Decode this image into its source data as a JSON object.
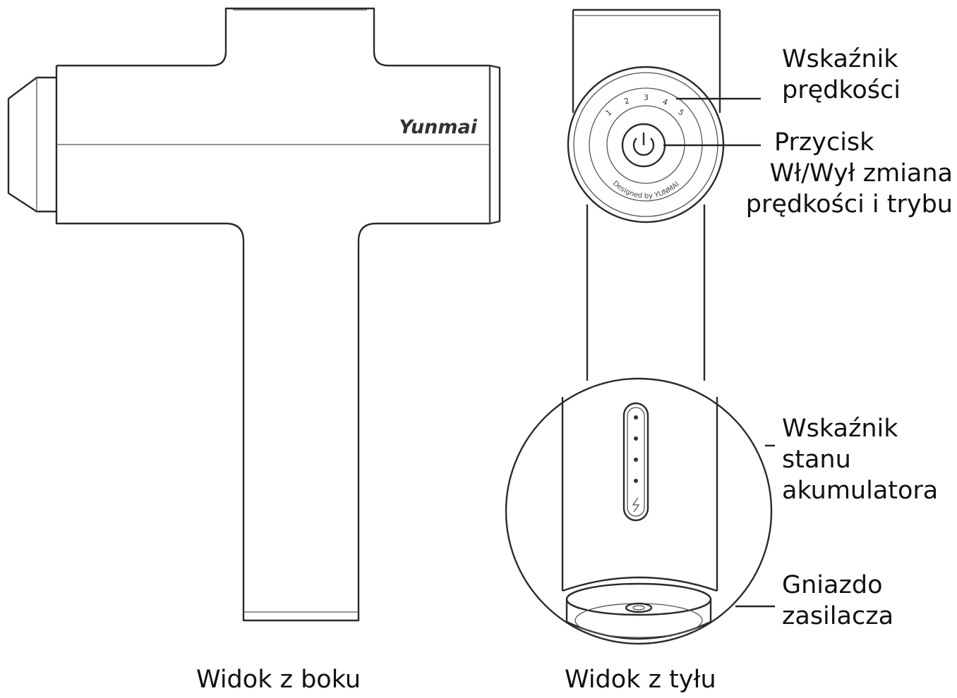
{
  "side_view": {
    "brand": "Yunmai",
    "caption": "Widok z boku"
  },
  "back_view": {
    "caption": "Widok z tyłu",
    "dial_speed_marks": [
      "1",
      "2",
      "3",
      "4",
      "5"
    ],
    "dial_engraving": "Designed by YUNMAI"
  },
  "callouts": {
    "speed_indicator": [
      "Wskaźnik",
      "prędkości"
    ],
    "power_button": [
      "Przycisk",
      "Wł/Wył zmiana",
      "prędkości i trybu"
    ],
    "battery_indicator": [
      "Wskaźnik",
      "stanu",
      "akumulatora"
    ],
    "power_socket": [
      "Gniazdo",
      "zasilacza"
    ]
  },
  "colors": {
    "line": "#2a2a2a",
    "background": "#ffffff"
  }
}
